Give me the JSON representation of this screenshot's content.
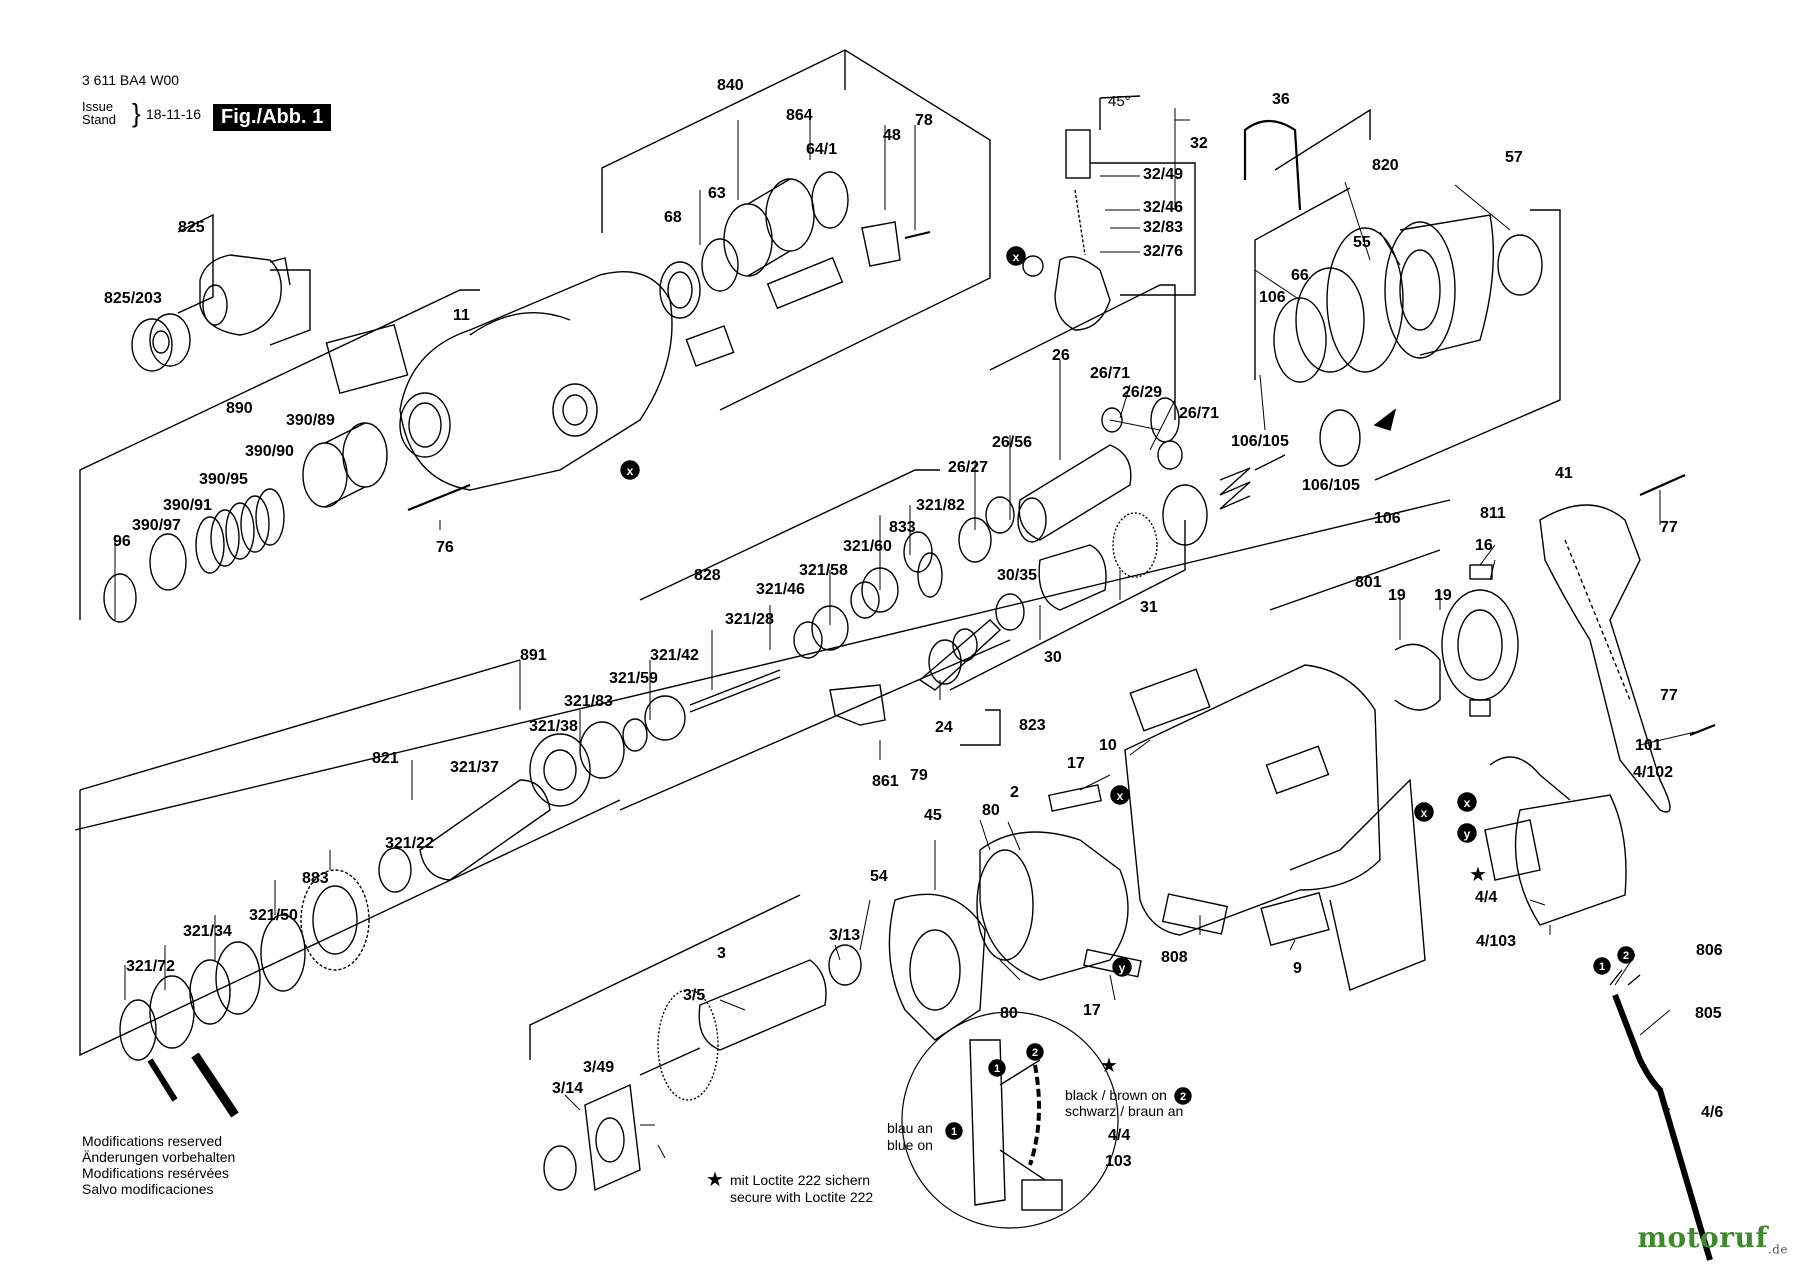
{
  "header": {
    "doc_code": "3 611 BA4 W00",
    "issue_label": "Issue",
    "stand_label": "Stand",
    "date": "18-11-16",
    "figure": "Fig./Abb. 1"
  },
  "angle_label": "45°",
  "part_labels": [
    "840",
    "864",
    "64/1",
    "48",
    "78",
    "63",
    "68",
    "825",
    "825/203",
    "11",
    "32",
    "32/49",
    "32/46",
    "32/83",
    "32/76",
    "36",
    "820",
    "57",
    "55",
    "66",
    "106",
    "106/105",
    "106/105",
    "106",
    "26",
    "26/71",
    "26/29",
    "26/71",
    "26/56",
    "26/27",
    "890",
    "390/89",
    "390/90",
    "390/95",
    "390/91",
    "390/97",
    "96",
    "76",
    "321/82",
    "833",
    "321/60",
    "321/58",
    "321/46",
    "321/28",
    "828",
    "321/42",
    "321/59",
    "321/83",
    "321/38",
    "891",
    "821",
    "321/37",
    "321/22",
    "883",
    "321/50",
    "321/34",
    "321/72",
    "30/35",
    "31",
    "30",
    "24",
    "823",
    "861",
    "41",
    "77",
    "77",
    "811",
    "16",
    "801",
    "19",
    "19",
    "10",
    "101",
    "4/102",
    "4/4",
    "4/103",
    "17",
    "17",
    "80",
    "2",
    "45",
    "54",
    "80",
    "3",
    "3/13",
    "3/5",
    "3/49",
    "3/14",
    "79",
    "808",
    "9",
    "806",
    "805",
    "4/6",
    "103",
    "4/4"
  ],
  "markers": {
    "x": "x",
    "y": "y",
    "one": "1",
    "two": "2"
  },
  "wiring": {
    "black_brown": "black / brown on",
    "schwarz_braun": "schwarz / braun an",
    "blau_an": "blau an",
    "blue_on": "blue on",
    "label_44": "4/4",
    "label_103": "103"
  },
  "loctite": {
    "de": "mit Loctite 222 sichern",
    "en": "secure with Loctite 222"
  },
  "modifications": [
    "Modifications reserved",
    "Änderungen vorbehalten",
    "Modifications resérvées",
    "Salvo modificaciones"
  ],
  "logo": {
    "main": "motoruf",
    "suffix": ".de"
  },
  "colors": {
    "ink": "#000000",
    "logo_green": "#3f8a2d"
  }
}
